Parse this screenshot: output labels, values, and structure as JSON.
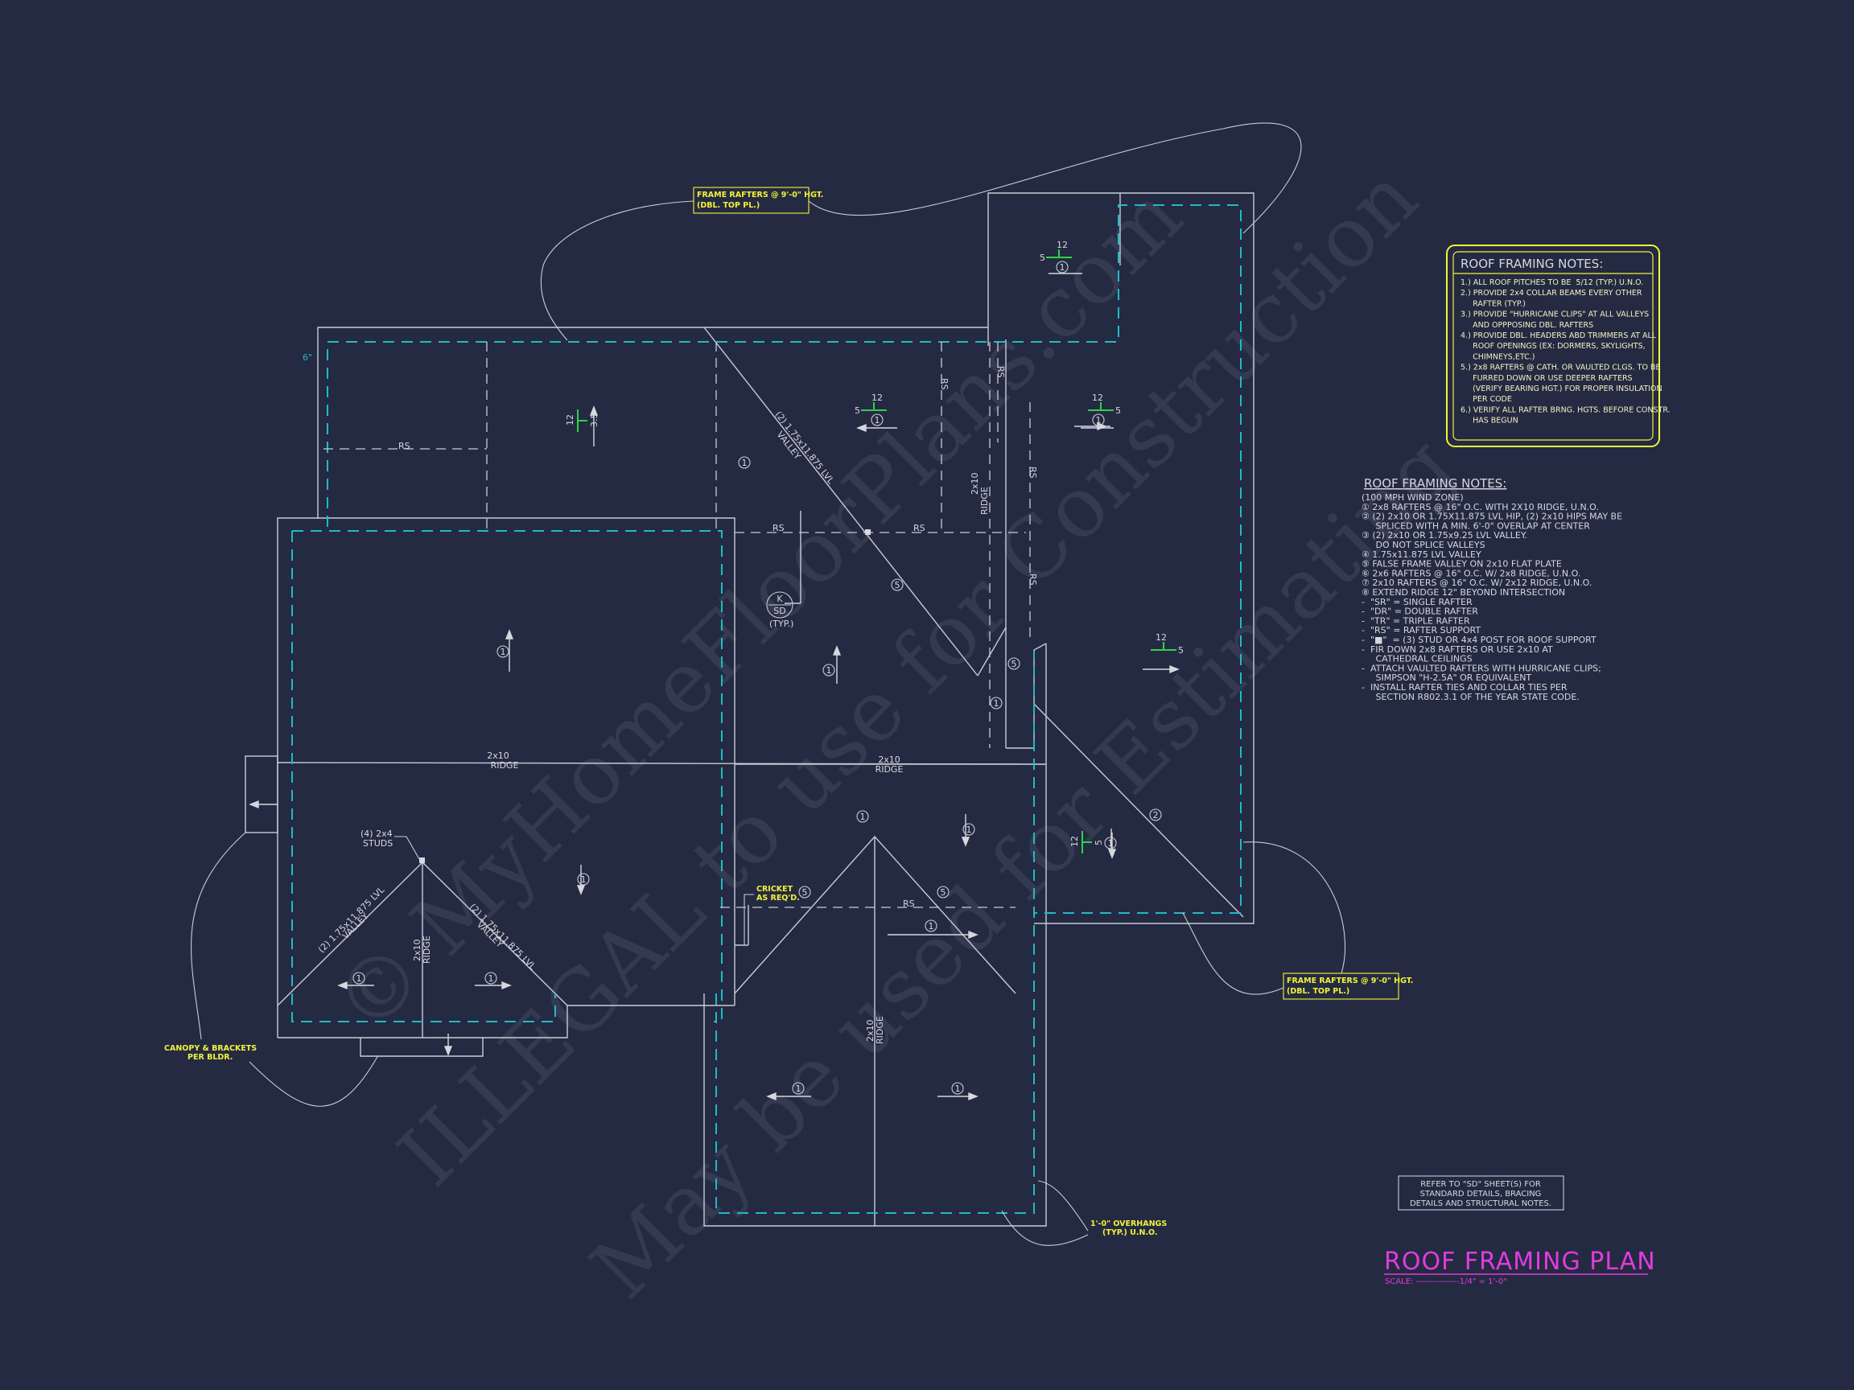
{
  "callouts": {
    "frame_rafters_top": [
      "FRAME RAFTERS @ 9'-0\" HGT.",
      "(DBL. TOP PL.)"
    ],
    "frame_rafters_right": [
      "FRAME RAFTERS @ 9'-0\" HGT.",
      "(DBL. TOP PL.)"
    ],
    "canopy": [
      "CANOPY & BRACKETS",
      "PER BLDR."
    ],
    "cricket": [
      "CRICKET",
      "AS REQ'D."
    ],
    "overhangs": [
      "1'-0\" OVERHANGS",
      "(TYP.) U.N.O."
    ],
    "overhang_dim": "6\""
  },
  "labels": {
    "rs": "RS",
    "ridge_2x10": "2x10",
    "ridge_word": "RIDGE",
    "valley_diag_top": [
      "(2) 1.75x11.875 LVL",
      "VALLEY"
    ],
    "valley_left": [
      "(2) 1.75x11.875 LVL",
      "VALLEY"
    ],
    "valley_right": [
      "(2) 1.75x11.875 LVL",
      "VALLEY"
    ],
    "studs": [
      "(4) 2x4",
      "STUDS"
    ],
    "sd_top": "K",
    "sd_bottom": "SD",
    "typ": "(TYP.)",
    "pitch_rise": "5",
    "pitch_rise_alt": "3.5",
    "pitch_run": "12",
    "mark_1": "1",
    "mark_2": "2",
    "mark_5": "5"
  },
  "yellow_notes": {
    "title": "ROOF FRAMING NOTES:",
    "lines": [
      "1.) ALL ROOF PITCHES TO BE  5/12 (TYP.) U.N.O.",
      "2.) PROVIDE 2x4 COLLAR BEAMS EVERY OTHER",
      "     RAFTER (TYP.)",
      "3.) PROVIDE \"HURRICANE CLIPS\" AT ALL VALLEYS",
      "     AND OPPPOSING DBL. RAFTERS",
      "4.) PROVIDE DBL. HEADERS ABD TRIMMERS AT ALL",
      "     ROOF OPENINGS (EX: DORMERS, SKYLIGHTS,",
      "     CHIMNEYS,ETC.)",
      "5.) 2x8 RAFTERS @ CATH. OR VAULTED CLGS. TO BE",
      "     FURRED DOWN OR USE DEEPER RAFTERS",
      "     (VERIFY BEARING HGT.) FOR PROPER INSULATION",
      "     PER CODE",
      "6.) VERIFY ALL RAFTER BRNG. HGTS. BEFORE CONSTR.",
      "     HAS BEGUN"
    ]
  },
  "white_notes": {
    "title": "ROOF FRAMING NOTES:",
    "lines": [
      "(100 MPH WIND ZONE)",
      "① 2x8 RAFTERS @ 16\" O.C. WITH 2X10 RIDGE, U.N.O.",
      "② (2) 2x10 OR 1.75X11.875 LVL HIP, (2) 2x10 HIPS MAY BE",
      "     SPLICED WITH A MIN. 6'-0\" OVERLAP AT CENTER",
      "③ (2) 2x10 OR 1.75x9.25 LVL VALLEY.",
      "     DO NOT SPLICE VALLEYS",
      "④ 1.75x11.875 LVL VALLEY",
      "⑤ FALSE FRAME VALLEY ON 2x10 FLAT PLATE",
      "⑥ 2x6 RAFTERS @ 16\" O.C. W/ 2x8 RIDGE, U.N.O.",
      "⑦ 2x10 RAFTERS @ 16\" O.C. W/ 2x12 RIDGE, U.N.O.",
      "⑧ EXTEND RIDGE 12\" BEYOND INTERSECTION",
      "-  \"SR\" = SINGLE RAFTER",
      "-  \"DR\" = DOUBLE RAFTER",
      "-  \"TR\" = TRIPLE RAFTER",
      "-  \"RS\" = RAFTER SUPPORT",
      "-  \"■\"  = (3) STUD OR 4x4 POST FOR ROOF SUPPORT",
      "-  FIR DOWN 2x8 RAFTERS OR USE 2x10 AT",
      "     CATHEDRAL CEILINGS",
      "-  ATTACH VAULTED RAFTERS WITH HURRICANE CLIPS;",
      "     SIMPSON \"H-2.5A\" OR EQUIVALENT",
      "-  INSTALL RAFTER TIES AND COLLAR TIES PER",
      "     SECTION R802.3.1 OF THE YEAR STATE CODE."
    ]
  },
  "refer_box": [
    "REFER TO \"SD\" SHEET(S) FOR",
    "STANDARD DETAILS, BRACING",
    "DETAILS AND STRUCTURAL NOTES."
  ],
  "title_block": {
    "title": "ROOF FRAMING PLAN",
    "scale": "SCALE:  ---------------1/4\" = 1'-0\""
  },
  "watermark": [
    "© MyHomeFloorPlans.com",
    "ILLEGAL to use for Construction",
    "May be used for Estimating"
  ],
  "colors": {
    "background": "#242a41",
    "linework": "#c9ccd6",
    "overhang_dash": "#22b9c8",
    "pitch_symbol": "#2fd24a",
    "callout": "#f2f23a",
    "title": "#e23be0"
  }
}
